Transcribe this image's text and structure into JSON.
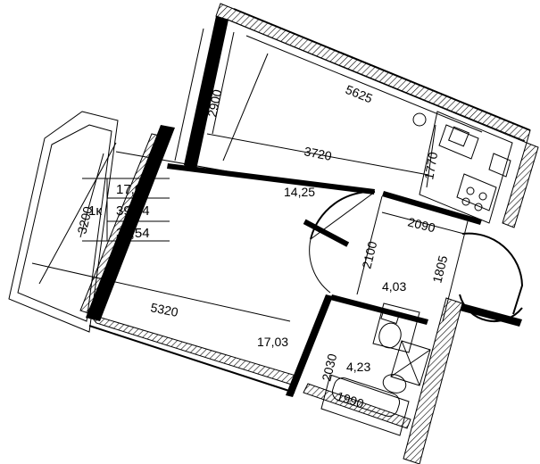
{
  "summary": {
    "living_area": "17,03",
    "rooms_label": "1к",
    "total_area": "39,54",
    "total_area_2": "39,54"
  },
  "dimensions": {
    "kitchen_depth": "2900",
    "kitchen_length": "5625",
    "kitchen_inner_length": "3720",
    "kitchen_small": "1770",
    "hall_width": "2090",
    "hall_depth": "2100",
    "bath_depth": "1805",
    "room_length": "5320",
    "room_depth": "3200",
    "bath_width": "2030",
    "tub_length": "1990"
  },
  "areas": {
    "kitchen": "14,25",
    "hall": "4,03",
    "room": "17,03",
    "bathroom": "4,23"
  }
}
